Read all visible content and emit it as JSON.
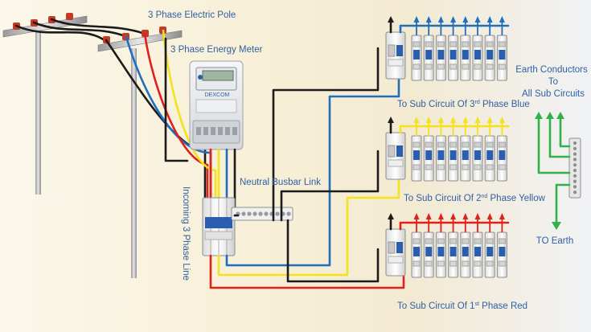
{
  "labels": {
    "pole": "3 Phase Electric Pole",
    "meter": "3 Phase Energy Meter",
    "neutral_link": "Neutral Busbar Link",
    "incoming": "Incoming 3 Phase Line",
    "sub_blue": "To Sub Circuit Of 3",
    "sub_blue_sup": "rd",
    "sub_blue_end": " Phase Blue",
    "sub_yellow": "To Sub Circuit Of 2",
    "sub_yellow_sup": "nd",
    "sub_yellow_end": " Phase Yellow",
    "sub_red": "To Sub Circuit Of 1",
    "sub_red_sup": "st",
    "sub_red_end": " Phase Red",
    "earth_line1": "Earth Conductors",
    "earth_line2": "To",
    "earth_line3": "All Sub Circuits",
    "to_earth": "TO Earth",
    "meter_brand": "DEXCOM"
  },
  "colors": {
    "red": "#e0211b",
    "yellow": "#f4e21a",
    "blue": "#1f6fbf",
    "neutral": "#1b1b1b",
    "earth": "#2fb24a",
    "label": "#2f5fa3"
  },
  "icons": {
    "arrow": "arrow-up-icon",
    "earth_arrow": "arrow-down-icon"
  }
}
